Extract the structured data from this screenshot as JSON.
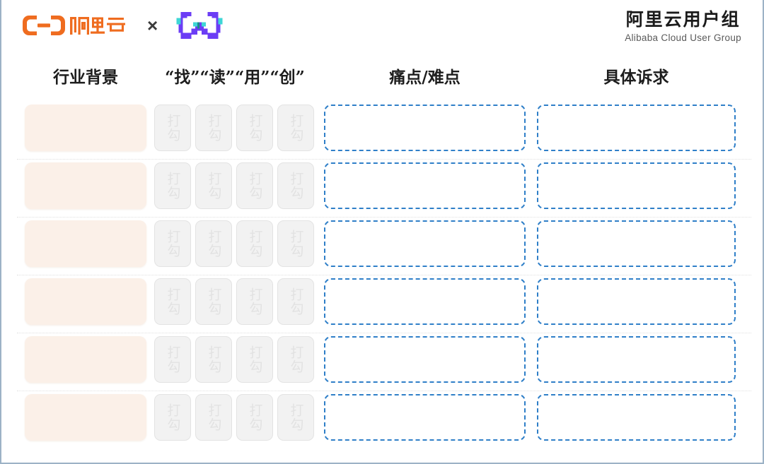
{
  "header": {
    "left_brand": {
      "logo_icon": "alibaba-cloud-logo",
      "logo_text": "阿里云",
      "separator": "×",
      "partner_icon": "partner-pixel-logo"
    },
    "right_brand": {
      "title_cn": "阿里云用户组",
      "title_en": "Alibaba Cloud User Group"
    }
  },
  "colors": {
    "aliyun_orange": "#ef6c1f",
    "partner_purple": "#6b3df5",
    "partner_cyan": "#3ed6d6",
    "dashed_blue": "#2f7fc8",
    "cell_peach": "#fbf0e8",
    "tick_gray": "#f2f2f2",
    "page_border": "#9cb2c6"
  },
  "columns": [
    {
      "key": "industry",
      "label": "行业背景"
    },
    {
      "key": "actions",
      "label": "“找”“读”“用”“创”"
    },
    {
      "key": "painpoints",
      "label": "痛点/难点"
    },
    {
      "key": "demands",
      "label": "具体诉求"
    }
  ],
  "tick_label": "打勾",
  "rows": [
    {
      "industry": "",
      "ticks": [
        "打勾",
        "打勾",
        "打勾",
        "打勾"
      ],
      "painpoints": "",
      "demands": ""
    },
    {
      "industry": "",
      "ticks": [
        "打勾",
        "打勾",
        "打勾",
        "打勾"
      ],
      "painpoints": "",
      "demands": ""
    },
    {
      "industry": "",
      "ticks": [
        "打勾",
        "打勾",
        "打勾",
        "打勾"
      ],
      "painpoints": "",
      "demands": ""
    },
    {
      "industry": "",
      "ticks": [
        "打勾",
        "打勾",
        "打勾",
        "打勾"
      ],
      "painpoints": "",
      "demands": ""
    },
    {
      "industry": "",
      "ticks": [
        "打勾",
        "打勾",
        "打勾",
        "打勾"
      ],
      "painpoints": "",
      "demands": ""
    },
    {
      "industry": "",
      "ticks": [
        "打勾",
        "打勾",
        "打勾",
        "打勾"
      ],
      "painpoints": "",
      "demands": ""
    }
  ]
}
